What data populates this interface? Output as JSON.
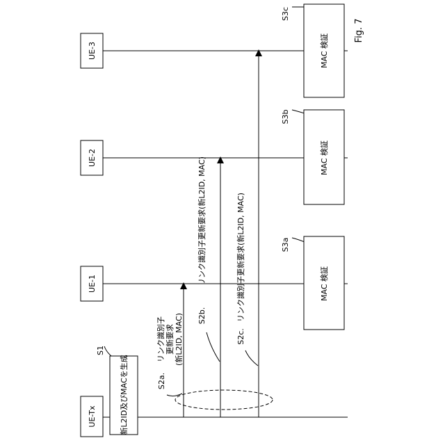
{
  "figure_label": "Fig. 7",
  "entities": [
    {
      "label": "UE-Tx"
    },
    {
      "label": "UE-1"
    },
    {
      "label": "UE-2"
    },
    {
      "label": "UE-3"
    }
  ],
  "steps": {
    "s1": {
      "id": "S1",
      "text": "新L2ID及びMACを生成"
    },
    "s2a": {
      "id": "S2a.",
      "line1": "リンク識別子",
      "line2": "更新要求",
      "line3": "(新L2ID, MAC)"
    },
    "s2b": {
      "id": "S2b.",
      "text": "リンク識別子更新要求(新L2ID, MAC)"
    },
    "s2c": {
      "id": "S2c.",
      "text": "リンク識別子更新要求(新L2ID, MAC)"
    },
    "s3a": {
      "id": "S3a",
      "text": "MAC 検証"
    },
    "s3b": {
      "id": "S3b",
      "text": "MAC 検証"
    },
    "s3c": {
      "id": "S3c",
      "text": "MAC 検証"
    }
  }
}
